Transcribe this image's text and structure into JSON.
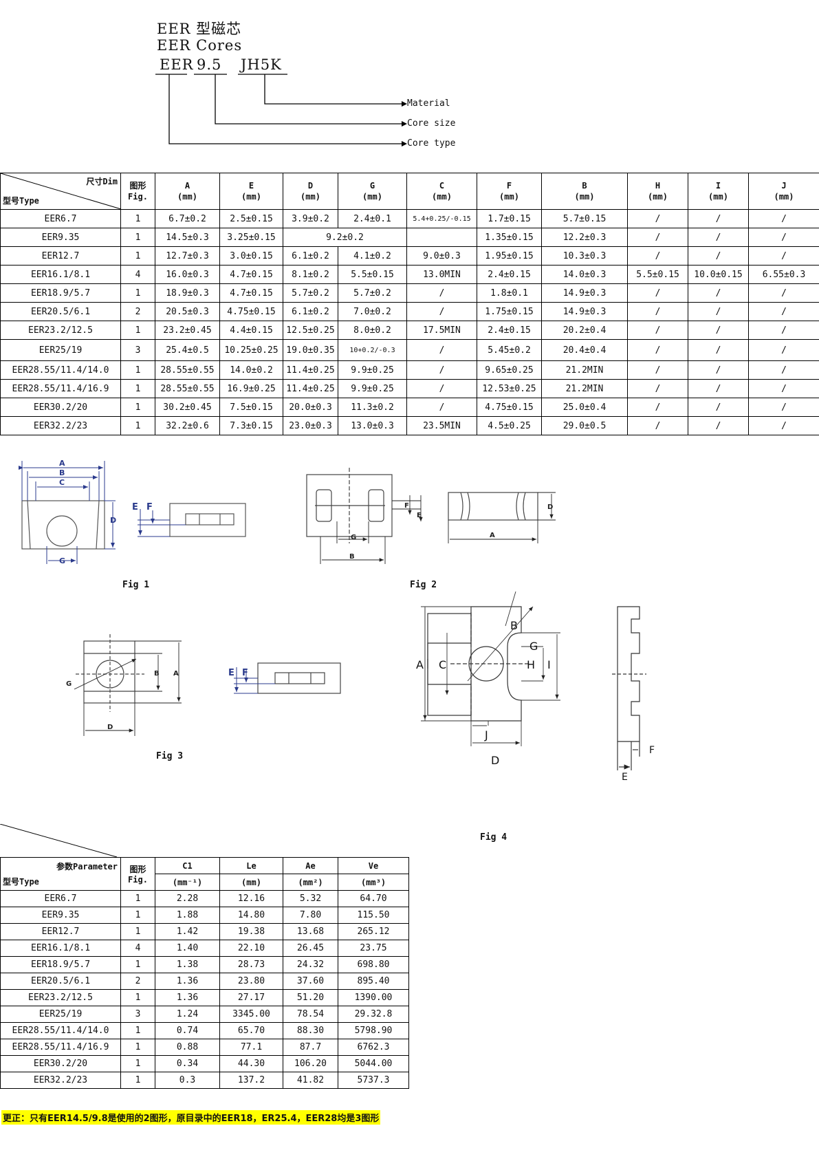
{
  "header": {
    "line1": "EER 型磁芯",
    "line2": "EER  Cores",
    "code_type": "EER",
    "code_size": "9.5",
    "code_material": "JH5K",
    "arrow_material": "Material",
    "arrow_size": "Core size",
    "arrow_type": "Core type"
  },
  "dim_table": {
    "corner_top": "尺寸Dim",
    "corner_bottom": "型号Type",
    "fig_header": [
      "图形",
      "Fig."
    ],
    "columns": [
      {
        "name": "A",
        "unit": "(mm)"
      },
      {
        "name": "E",
        "unit": "(mm)"
      },
      {
        "name": "D",
        "unit": "(mm)"
      },
      {
        "name": "G",
        "unit": "(mm)"
      },
      {
        "name": "C",
        "unit": "(mm)"
      },
      {
        "name": "F",
        "unit": "(mm)"
      },
      {
        "name": "B",
        "unit": "(mm)"
      },
      {
        "name": "H",
        "unit": "(mm)"
      },
      {
        "name": "I",
        "unit": "(mm)"
      },
      {
        "name": "J",
        "unit": "(mm)"
      }
    ],
    "rows": [
      [
        "EER6.7",
        "1",
        "6.7±0.2",
        "2.5±0.15",
        "3.9±0.2",
        "2.4±0.1",
        "5.4+0.25/-0.15",
        "1.7±0.15",
        "5.7±0.15",
        "/",
        "/",
        "/"
      ],
      [
        "EER9.35",
        "1",
        "14.5±0.3",
        "3.25±0.15",
        "9.2±0.2",
        "",
        "",
        "1.35±0.15",
        "12.2±0.3",
        "/",
        "/",
        "/"
      ],
      [
        "EER12.7",
        "1",
        "12.7±0.3",
        "3.0±0.15",
        "6.1±0.2",
        "4.1±0.2",
        "9.0±0.3",
        "1.95±0.15",
        "10.3±0.3",
        "/",
        "/",
        "/"
      ],
      [
        "EER16.1/8.1",
        "4",
        "16.0±0.3",
        "4.7±0.15",
        "8.1±0.2",
        "5.5±0.15",
        "13.0MIN",
        "2.4±0.15",
        "14.0±0.3",
        "5.5±0.15",
        "10.0±0.15",
        "6.55±0.3"
      ],
      [
        "EER18.9/5.7",
        "1",
        "18.9±0.3",
        "4.7±0.15",
        "5.7±0.2",
        "5.7±0.2",
        "/",
        "1.8±0.1",
        "14.9±0.3",
        "/",
        "/",
        "/"
      ],
      [
        "EER20.5/6.1",
        "2",
        "20.5±0.3",
        "4.75±0.15",
        "6.1±0.2",
        "7.0±0.2",
        "/",
        "1.75±0.15",
        "14.9±0.3",
        "/",
        "/",
        "/"
      ],
      [
        "EER23.2/12.5",
        "1",
        "23.2±0.45",
        "4.4±0.15",
        "12.5±0.25",
        "8.0±0.2",
        "17.5MIN",
        "2.4±0.15",
        "20.2±0.4",
        "/",
        "/",
        "/"
      ],
      [
        "EER25/19",
        "3",
        "25.4±0.5",
        "10.25±0.25",
        "19.0±0.35",
        "10+0.2/-0.3",
        "/",
        "5.45±0.2",
        "20.4±0.4",
        "/",
        "/",
        "/"
      ],
      [
        "EER28.55/11.4/14.0",
        "1",
        "28.55±0.55",
        "14.0±0.2",
        "11.4±0.25",
        "9.9±0.25",
        "/",
        "9.65±0.25",
        "21.2MIN",
        "/",
        "/",
        "/"
      ],
      [
        "EER28.55/11.4/16.9",
        "1",
        "28.55±0.55",
        "16.9±0.25",
        "11.4±0.25",
        "9.9±0.25",
        "/",
        "12.53±0.25",
        "21.2MIN",
        "/",
        "/",
        "/"
      ],
      [
        "EER30.2/20",
        "1",
        "30.2±0.45",
        "7.5±0.15",
        "20.0±0.3",
        "11.3±0.2",
        "/",
        "4.75±0.15",
        "25.0±0.4",
        "/",
        "/",
        "/"
      ],
      [
        "EER32.2/23",
        "1",
        "32.2±0.6",
        "7.3±0.15",
        "23.0±0.3",
        "13.0±0.3",
        "23.5MIN",
        "4.5±0.25",
        "29.0±0.5",
        "/",
        "/",
        "/"
      ]
    ]
  },
  "figures": {
    "fig1": "Fig 1",
    "fig2": "Fig 2",
    "fig3": "Fig 3",
    "fig4": "Fig 4"
  },
  "param_table": {
    "corner_top": "参数Parameter",
    "corner_bottom": "型号Type",
    "fig_header": [
      "图形",
      "Fig."
    ],
    "columns": [
      {
        "name": "C1",
        "unit": "(mm⁻¹)"
      },
      {
        "name": "Le",
        "unit": "(mm)"
      },
      {
        "name": "Ae",
        "unit": "(mm²)"
      },
      {
        "name": "Ve",
        "unit": "(mm³)"
      }
    ],
    "rows": [
      [
        "EER6.7",
        "1",
        "2.28",
        "12.16",
        "5.32",
        "64.70"
      ],
      [
        "EER9.35",
        "1",
        "1.88",
        "14.80",
        "7.80",
        "115.50"
      ],
      [
        "EER12.7",
        "1",
        "1.42",
        "19.38",
        "13.68",
        "265.12"
      ],
      [
        "EER16.1/8.1",
        "4",
        "1.40",
        "22.10",
        "26.45",
        "23.75"
      ],
      [
        "EER18.9/5.7",
        "1",
        "1.38",
        "28.73",
        "24.32",
        "698.80"
      ],
      [
        "EER20.5/6.1",
        "2",
        "1.36",
        "23.80",
        "37.60",
        "895.40"
      ],
      [
        "EER23.2/12.5",
        "1",
        "1.36",
        "27.17",
        "51.20",
        "1390.00"
      ],
      [
        "EER25/19",
        "3",
        "1.24",
        "3345.00",
        "78.54",
        "29.32.8"
      ],
      [
        "EER28.55/11.4/14.0",
        "1",
        "0.74",
        "65.70",
        "88.30",
        "5798.90"
      ],
      [
        "EER28.55/11.4/16.9",
        "1",
        "0.88",
        "77.1",
        "87.7",
        "6762.3"
      ],
      [
        "EER30.2/20",
        "1",
        "0.34",
        "44.30",
        "106.20",
        "5044.00"
      ],
      [
        "EER32.2/23",
        "1",
        "0.3",
        "137.2",
        "41.82",
        "5737.3"
      ]
    ]
  },
  "note": "更正：只有EER14.5/9.8是使用的2图形，原目录中的EER18，ER25.4，EER28均是3图形"
}
